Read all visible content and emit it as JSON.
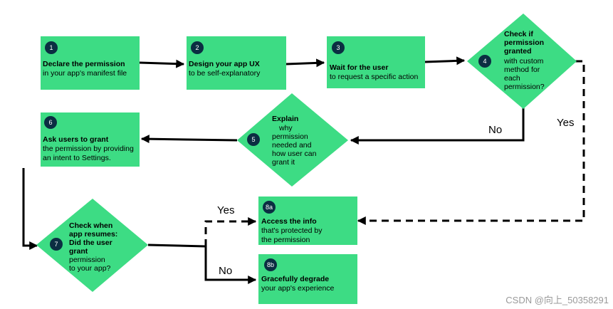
{
  "colors": {
    "box": "#3ddc84",
    "badge": "#0b2e42",
    "line": "#000000"
  },
  "steps": {
    "s1": {
      "num": "1",
      "title": "Declare the permission",
      "body": [
        "in your app's manifest file"
      ]
    },
    "s2": {
      "num": "2",
      "title": "Design your app UX",
      "body": [
        "to be self-explanatory"
      ]
    },
    "s3": {
      "num": "3",
      "title": "Wait for the user",
      "body": [
        "to request a specific action"
      ]
    },
    "s4": {
      "num": "4",
      "title": [
        "Check if",
        "permission",
        "granted"
      ],
      "body": [
        "with custom",
        "method for",
        "each",
        "permission?"
      ]
    },
    "s5": {
      "num": "5",
      "title": "Explain",
      "body": [
        "why",
        "permission",
        "needed and",
        "how user can",
        "grant it"
      ]
    },
    "s6": {
      "num": "6",
      "title": "Ask users to grant",
      "body": [
        "the permission by providing",
        "an intent to Settings."
      ]
    },
    "s7": {
      "num": "7",
      "title": [
        "Check when",
        "app resumes:",
        "Did the user",
        "grant"
      ],
      "body": [
        "permission",
        "to your app?"
      ]
    },
    "s8a": {
      "num": "8a",
      "title": "Access the info",
      "body": [
        "that's protected by",
        "the permission"
      ]
    },
    "s8b": {
      "num": "8b",
      "title": "Gracefully degrade",
      "body": [
        "your app's experience"
      ]
    }
  },
  "edges": {
    "no_4_5": "No",
    "yes_4_8a": "Yes",
    "yes_7_8a": "Yes",
    "no_7_8b": "No"
  },
  "watermark": "CSDN @向上_50358291"
}
